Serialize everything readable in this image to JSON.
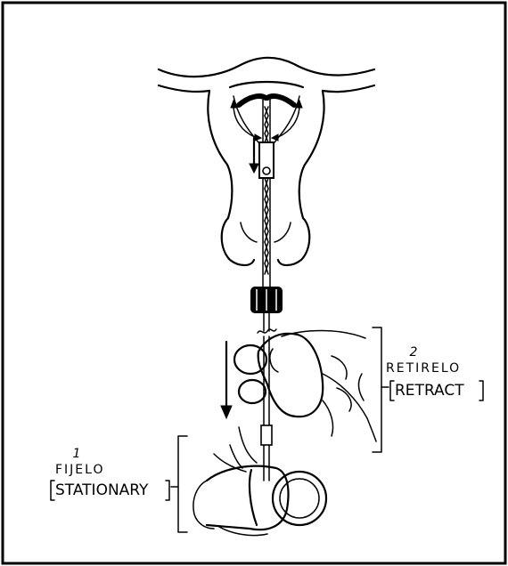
{
  "labels": {
    "retract": {
      "step_number": "2",
      "spanish": "RETIRELO",
      "english": "RETRACT"
    },
    "stationary": {
      "step_number": "1",
      "spanish": "FIJELO",
      "english": "STATIONARY"
    }
  },
  "colors": {
    "ink": "#000000",
    "background": "#ffffff"
  }
}
